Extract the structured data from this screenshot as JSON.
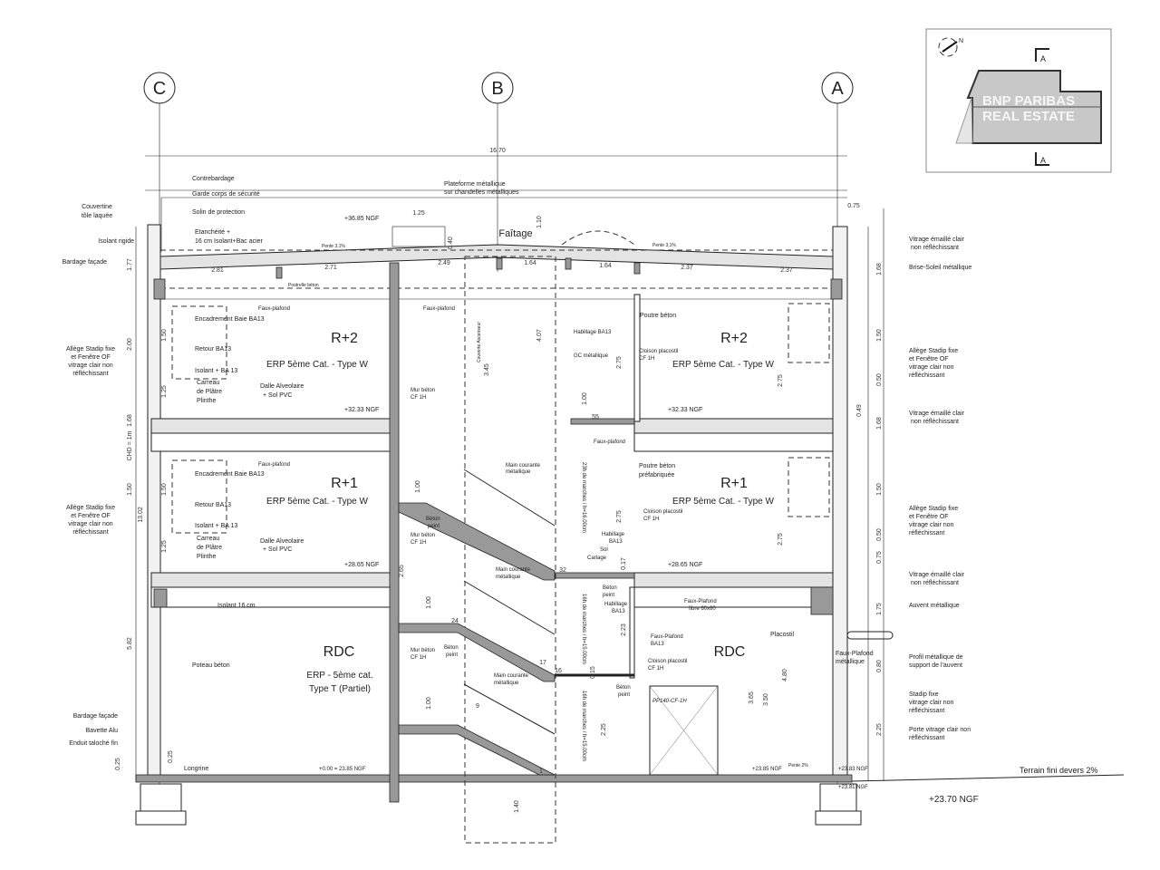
{
  "grid_axes": {
    "c": "C",
    "b": "B",
    "a": "A"
  },
  "rooms": {
    "r2": "R+2",
    "r1": "R+1",
    "rdc": "RDC",
    "erp_w": "ERP 5ème Cat. - Type W",
    "erp_t1": "ERP - 5ème cat.",
    "erp_t2": "Type T (Partiel)",
    "faitage": "Faîtage"
  },
  "levels": {
    "top": "+36.85 NGF",
    "r2": "+32.33 NGF",
    "r1": "+28.65 NGF",
    "ground": "+0.00 = 23.85 NGF",
    "ground_r": "+23.85 NGF",
    "ext1": "+23.83 NGF",
    "ext2": "+23.81 NGF",
    "terrain": "+23.70 NGF",
    "slope_roof": "Pente 3,1%",
    "slope_ext": "Pente 2%",
    "terrain_label": "Terrain fini devers 2%"
  },
  "left_notes": {
    "contrebardage": "Contrebardage",
    "garde_corps": "Garde corps de sécurité",
    "solin": "Solin de protection",
    "couvertine1": "Couvertine",
    "couvertine2": "tôle laquée",
    "etancheite1": "Etanchéité +",
    "etancheite2": "16 cm Isolant+Bac acier",
    "isolant_rigide": "Isolant rigide",
    "bardage": "Bardage façade",
    "poutrelle": "Poutrelle béton",
    "faux_plafond": "Faux-plafond",
    "encadrement": "Encadrement Baie BA13",
    "retour": "Retour BA13",
    "allege1": "Allège Stadip fixe",
    "allege2": "et Fenêtre OF",
    "allege3": "vitrage clair non",
    "allege4": "réfléchissant",
    "isolant_ba": "Isolant + BA 13",
    "carreau1": "Carreau",
    "carreau2": "de Plâtre",
    "plinthe": "Plinthe",
    "dalle1": "Dalle Alveolaire",
    "dalle2": "+ Sol PVC",
    "isolant16": "Isolant 16 cm",
    "poteau": "Poteau béton",
    "bavette": "Bavette Alu",
    "enduit": "Enduit taloché fin",
    "longrine": "Longrine"
  },
  "mid_notes": {
    "plateforme1": "Plateforme métallique",
    "plateforme2": "sur chandelles métalliques",
    "mur_beton": "Mur béton",
    "cf1h": "CF 1H",
    "gaine": "Couverte Ascenseur",
    "habillage_ba13": "Habillage BA13",
    "habillage": "Habillage",
    "ba13": "BA13",
    "gc": "GC métallique",
    "cloison": "Cloison placostil",
    "poutre": "Poutre béton",
    "poutre_pref": "préfabriquée",
    "main1": "Main courante",
    "main2": "métallique",
    "beton": "Béton",
    "peint": "peint",
    "sol": "Sol",
    "carlage": "Carlage",
    "fp_fibre1": "Faux-Plafond",
    "fp_fibre2": "fibre 60x60",
    "door": "PP140-CF-1H",
    "placostil": "Placostil",
    "stair_r2": "23h de marches / h=16.00cm",
    "stair_r1": "16h de marches / h=15.00cm",
    "stair_rdc": "16h de marches / h=15.00cm"
  },
  "right_notes": {
    "vitrage1": "Vitrage émaillé clair",
    "vitrage2": "non réfléchissant",
    "brise": "Brise-Soleil métallique",
    "allege1": "Allège Stadip fixe",
    "allege2": "et Fenêtre OF",
    "allege3": "vitrage clair non",
    "allege4": "réfléchissant",
    "auvent": "Auvent métallique",
    "fp_met1": "Faux-Plafond",
    "fp_met2": "métallique",
    "profil1": "Profil métallique de",
    "profil2": "support de l'auvent",
    "stadip1": "Stadip fixe",
    "stadip2": "vitrage clair non",
    "stadip3": "réfléchissant",
    "porte1": "Porte vitrage clair non",
    "porte2": "réfléchissant"
  },
  "dims": {
    "total": "16.70",
    "plat": "1.25",
    "h040": "0.40",
    "h110": "1.10",
    "d075": "0.75",
    "s281": "2.81",
    "s271": "2.71",
    "s249": "2.49",
    "s164a": "1.64",
    "s164b": "1.64",
    "s237a": "2.37",
    "s237b": "2.37",
    "l177": "1.77",
    "l200": "2.00",
    "l150a": "1.50",
    "l125a": "1.25",
    "l168": "1.68",
    "chd": "CHD = 1m",
    "l150b": "1.50",
    "l150c": "1.50",
    "l1302": "13.02",
    "l125b": "1.25",
    "l582": "5.82",
    "l025a": "0.25",
    "l025b": "0.25",
    "m345": "3.45",
    "m407": "4.07",
    "m275a": "2.75",
    "m100a": "1.00",
    "m55": "55",
    "m275b": "2.75",
    "m017": "0.17",
    "m223": "2.23",
    "m015": "0.15",
    "m225": "2.25",
    "m100b": "1.00",
    "m265": "2.65",
    "m100c": "1.00",
    "m100d": "1.00",
    "m140": "1.40",
    "st32": "32",
    "st24": "24",
    "st17": "17",
    "st16": "16",
    "st9": "9",
    "st1": "1",
    "r275a": "2.75",
    "r275b": "2.75",
    "r365": "3.65",
    "r350": "3.50",
    "r480": "4.80",
    "e168a": "1.68",
    "e150a": "1.50",
    "e050a": "0.50",
    "e049": "0.49",
    "e168b": "1.68",
    "e150b": "1.50",
    "e050b": "0.50",
    "e075": "0.75",
    "e175": "1.75",
    "e080": "0.80",
    "e225": "2.25"
  },
  "key_plan": {
    "watermark1": "BNP PARIBAS",
    "watermark2": "REAL ESTATE",
    "section": "A",
    "north": "N"
  }
}
